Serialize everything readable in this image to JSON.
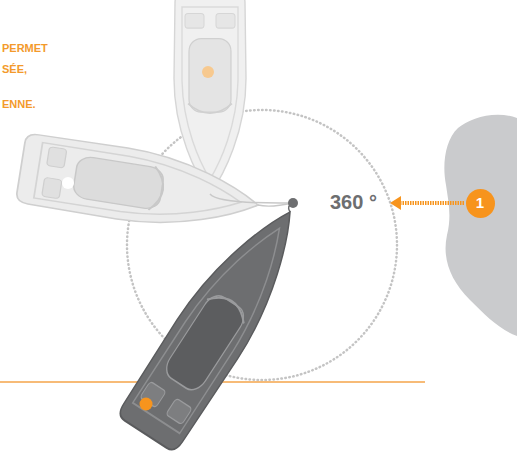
{
  "diagram": {
    "nodes": [
      {
        "text": [
          "1"
        ]
      }
    ],
    "labels": [
      "PERMET",
      "SÉE,",
      "ENNE.",
      "360 °"
    ]
  }
}
